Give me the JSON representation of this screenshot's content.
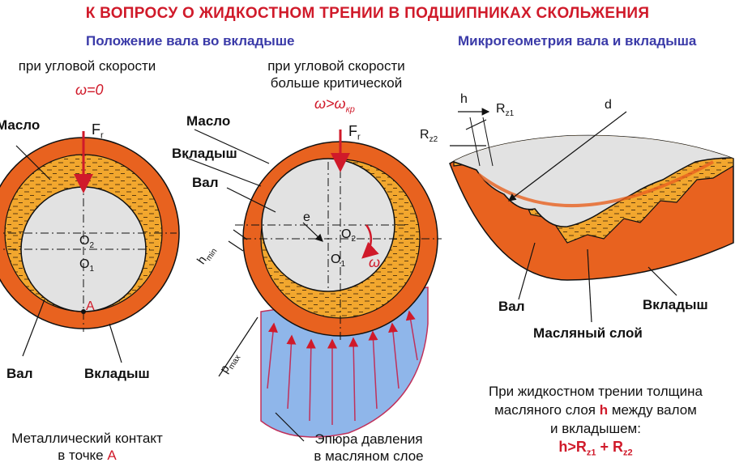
{
  "title": "К ВОПРОСУ О ЖИДКОСТНОМ ТРЕНИИ В ПОДШИПНИКАХ СКОЛЬЖЕНИЯ",
  "subtitle_left": "Положение вала во вкладыше",
  "subtitle_right": "Микрогеометрия вала и вкладыша",
  "left_diagram": {
    "caption": "при угловой скорости",
    "condition": "ω=0",
    "label_oil": "Масло",
    "label_force": "F",
    "label_force_sub": "r",
    "label_shaft": "Вал",
    "label_bearing": "Вкладыш",
    "point_o2": "O",
    "point_o2_sub": "2",
    "point_o1": "O",
    "point_o1_sub": "1",
    "point_a": "A",
    "note_line1": "Металлический контакт",
    "note_line2_text": "в точке",
    "note_line2_point": "A"
  },
  "middle_diagram": {
    "caption_line1": "при угловой скорости",
    "caption_line2": "больше критической",
    "condition": "ω>ω",
    "condition_sub": "кр",
    "label_oil": "Масло",
    "label_bearing": "Вкладыш",
    "label_shaft": "Вал",
    "label_force": "F",
    "label_force_sub": "r",
    "label_e": "e",
    "label_hmin": "h",
    "label_hmin_sub": "min",
    "label_pmax": "p",
    "label_pmax_sub": "max",
    "point_o2": "O",
    "point_o2_sub": "2",
    "point_o1": "O",
    "point_o1_sub": "1",
    "label_omega": "ω",
    "pressure_line1": "Эпюра давления",
    "pressure_line2": "в масляном слое"
  },
  "right_diagram": {
    "label_h": "h",
    "label_rz1": "R",
    "label_rz1_sub": "z1",
    "label_rz2": "R",
    "label_rz2_sub": "z2",
    "label_d": "d",
    "label_shaft": "Вал",
    "label_bearing": "Вкладыш",
    "label_oil_layer": "Масляный слой",
    "note_line1": "При жидкостном трении толщина",
    "note_line2_a": "масляного слоя",
    "note_line2_h": "h",
    "note_line2_b": "между валом",
    "note_line3": "и вкладышем:",
    "formula_h": "h",
    "formula_gt": ">R",
    "formula_rz1_sub": "z1",
    "formula_plus": " + R",
    "formula_rz2_sub": "z2"
  },
  "colors": {
    "bearing": "#e8621f",
    "oil": "#f2a72e",
    "shaft": "#e2e2e2",
    "pressure": "#8fb6ea",
    "accent_red": "#d01a2a",
    "subtitle_blue": "#3a3aa8"
  }
}
